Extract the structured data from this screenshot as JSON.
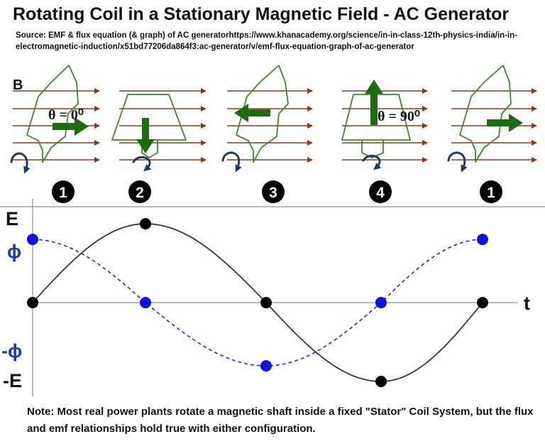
{
  "title": "Rotating Coil in a Stationary Magnetic Field - AC Generator",
  "source": "Source: EMF & flux equation (& graph) of AC generatorhttps://www.khanacademy.org/science/in-in-class-12th-physics-india/in-in-electromagnetic-induction/x51bd77206da864f3:ac-generator/v/emf-flux-equation-graph-of-ac-generator",
  "field_label": "B",
  "angle_labels": [
    "θ = 0⁰",
    "θ = 90⁰"
  ],
  "stage_numbers": [
    "1",
    "2",
    "3",
    "4",
    "1"
  ],
  "graph": {
    "y_top_labels": [
      "E",
      "ɸ"
    ],
    "y_bottom_labels": [
      "-ɸ",
      "-E"
    ],
    "x_label": "t"
  },
  "chart_data": {
    "type": "line",
    "x": [
      0,
      1,
      2,
      3,
      4
    ],
    "series": [
      {
        "name": "E",
        "values": [
          0,
          1,
          0,
          -1,
          0
        ]
      },
      {
        "name": "ɸ",
        "values": [
          1,
          0,
          -1,
          0,
          1
        ]
      }
    ]
  },
  "note": "Note: Most real power plants rotate a magnetic shaft inside a fixed \"Stator\" Coil System, but the flux and emf relationships hold true with either configuration.",
  "colors": {
    "field_lines": "#8b3a1a",
    "coil": "#3a8a2a",
    "arrow": "#1e6b12",
    "rotation_arrow": "#1f3b5c",
    "flux_point": "#1010e0",
    "emf_point": "#000000",
    "flux_label": "#1a3fa8",
    "axis": "#5a7fa8"
  },
  "icons": [
    "rotation-arrow-icon",
    "normal-vector-arrow-icon",
    "numbered-circle-icon"
  ]
}
